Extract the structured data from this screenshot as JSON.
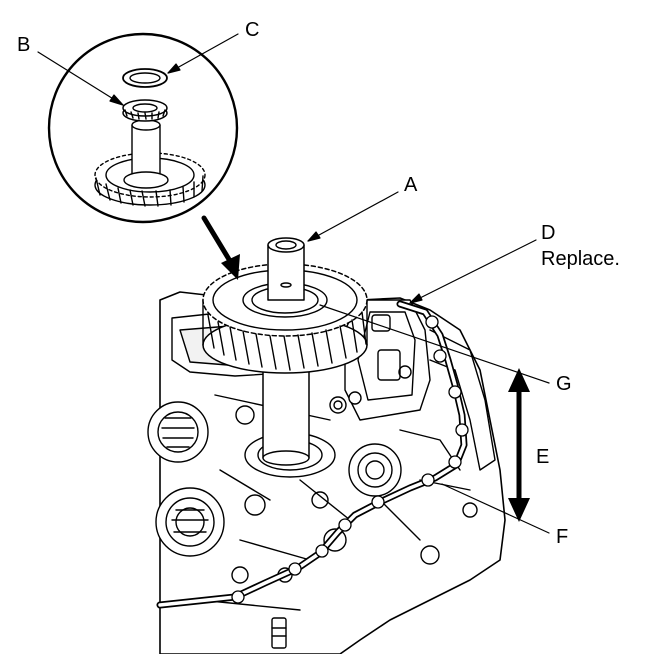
{
  "callouts": {
    "a": "A",
    "b": "B",
    "c": "C",
    "d": "D",
    "d_note": "Replace.",
    "e": "E",
    "f": "F",
    "g": "G"
  },
  "colors": {
    "ink": "#000000",
    "paper": "#ffffff",
    "shade": "#d9d9d9"
  }
}
